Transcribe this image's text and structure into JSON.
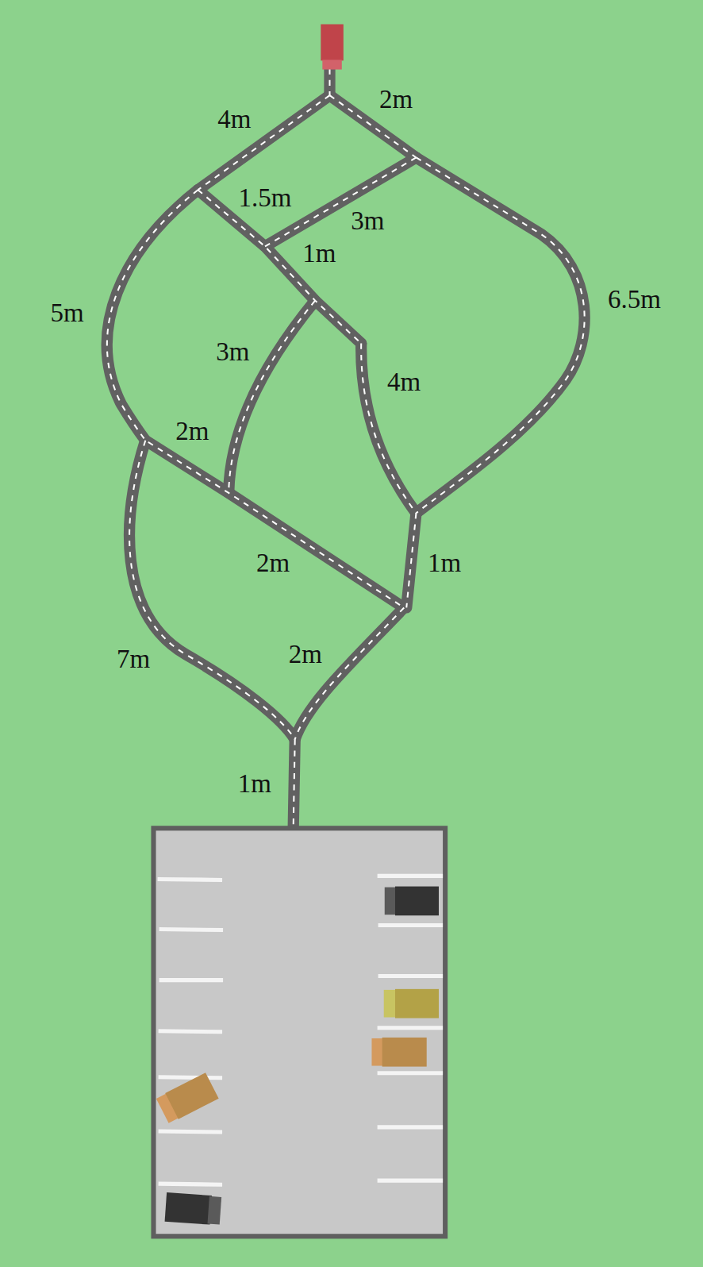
{
  "diagram": {
    "labels": [
      "4m",
      "2m",
      "1.5m",
      "3m",
      "1m",
      "5m",
      "6.5m",
      "3m",
      "4m",
      "2m",
      "2m",
      "1m",
      "7m",
      "2m",
      "1m"
    ]
  }
}
